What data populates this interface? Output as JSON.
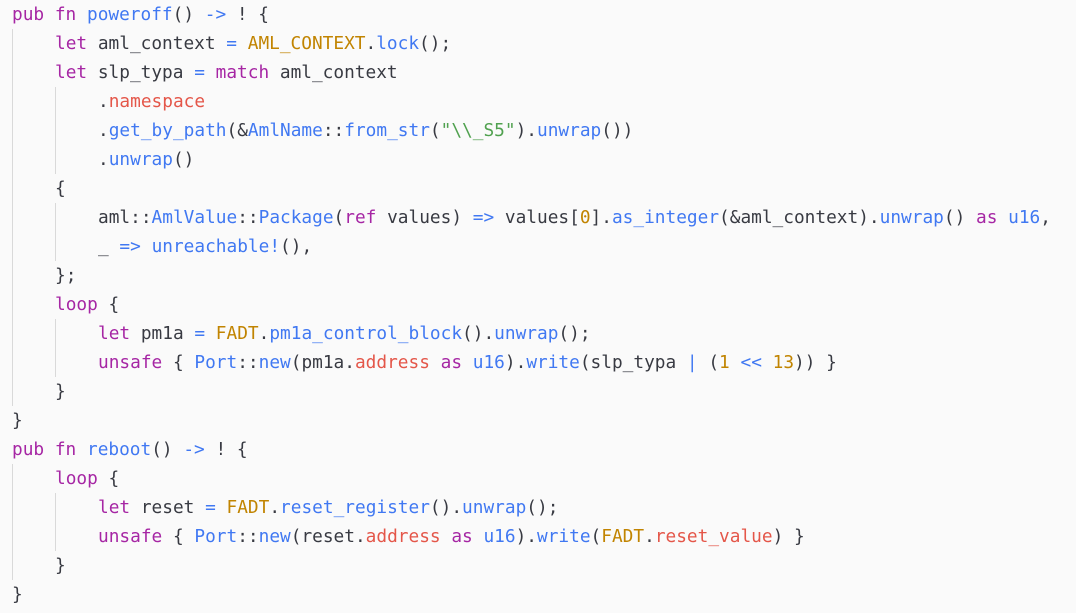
{
  "lines": [
    {
      "indent": 0,
      "tokens": [
        [
          "kw",
          "pub"
        ],
        [
          "pn",
          " "
        ],
        [
          "kw",
          "fn"
        ],
        [
          "pn",
          " "
        ],
        [
          "fn",
          "poweroff"
        ],
        [
          "pn",
          "() "
        ],
        [
          "op",
          "->"
        ],
        [
          "pn",
          " ! {"
        ]
      ]
    },
    {
      "indent": 1,
      "tokens": [
        [
          "kw",
          "let"
        ],
        [
          "pn",
          " aml_context "
        ],
        [
          "op",
          "="
        ],
        [
          "pn",
          " "
        ],
        [
          "cn",
          "AML_CONTEXT"
        ],
        [
          "pn",
          "."
        ],
        [
          "fn",
          "lock"
        ],
        [
          "pn",
          "();"
        ]
      ]
    },
    {
      "indent": 1,
      "tokens": [
        [
          "kw",
          "let"
        ],
        [
          "pn",
          " slp_typa "
        ],
        [
          "op",
          "="
        ],
        [
          "pn",
          " "
        ],
        [
          "kw",
          "match"
        ],
        [
          "pn",
          " aml_context"
        ]
      ]
    },
    {
      "indent": 2,
      "tokens": [
        [
          "pn",
          "."
        ],
        [
          "fd",
          "namespace"
        ]
      ]
    },
    {
      "indent": 2,
      "tokens": [
        [
          "pn",
          "."
        ],
        [
          "fn",
          "get_by_path"
        ],
        [
          "pn",
          "(&"
        ],
        [
          "ty",
          "AmlName"
        ],
        [
          "pn",
          "::"
        ],
        [
          "fn",
          "from_str"
        ],
        [
          "pn",
          "("
        ],
        [
          "str",
          "\"\\\\_S5\""
        ],
        [
          "pn",
          ")."
        ],
        [
          "fn",
          "unwrap"
        ],
        [
          "pn",
          "())"
        ]
      ]
    },
    {
      "indent": 2,
      "tokens": [
        [
          "pn",
          "."
        ],
        [
          "fn",
          "unwrap"
        ],
        [
          "pn",
          "()"
        ]
      ]
    },
    {
      "indent": 1,
      "tokens": [
        [
          "pn",
          "{"
        ]
      ]
    },
    {
      "indent": 2,
      "tokens": [
        [
          "pn",
          "aml::"
        ],
        [
          "ty",
          "AmlValue"
        ],
        [
          "pn",
          "::"
        ],
        [
          "ty",
          "Package"
        ],
        [
          "pn",
          "("
        ],
        [
          "kw",
          "ref"
        ],
        [
          "pn",
          " values) "
        ],
        [
          "op",
          "=>"
        ],
        [
          "pn",
          " values["
        ],
        [
          "num",
          "0"
        ],
        [
          "pn",
          "]."
        ],
        [
          "fn",
          "as_integer"
        ],
        [
          "pn",
          "(&aml_context)."
        ],
        [
          "fn",
          "unwrap"
        ],
        [
          "pn",
          "() "
        ],
        [
          "kw",
          "as"
        ],
        [
          "pn",
          " "
        ],
        [
          "ty",
          "u16"
        ],
        [
          "pn",
          ","
        ]
      ]
    },
    {
      "indent": 2,
      "tokens": [
        [
          "pn",
          "_ "
        ],
        [
          "op",
          "=>"
        ],
        [
          "pn",
          " "
        ],
        [
          "mac",
          "unreachable!"
        ],
        [
          "pn",
          "(),"
        ]
      ]
    },
    {
      "indent": 1,
      "tokens": [
        [
          "pn",
          "};"
        ]
      ]
    },
    {
      "indent": 1,
      "tokens": [
        [
          "kw",
          "loop"
        ],
        [
          "pn",
          " {"
        ]
      ]
    },
    {
      "indent": 2,
      "tokens": [
        [
          "kw",
          "let"
        ],
        [
          "pn",
          " pm1a "
        ],
        [
          "op",
          "="
        ],
        [
          "pn",
          " "
        ],
        [
          "cn",
          "FADT"
        ],
        [
          "pn",
          "."
        ],
        [
          "fn",
          "pm1a_control_block"
        ],
        [
          "pn",
          "()."
        ],
        [
          "fn",
          "unwrap"
        ],
        [
          "pn",
          "();"
        ]
      ]
    },
    {
      "indent": 2,
      "tokens": [
        [
          "kw",
          "unsafe"
        ],
        [
          "pn",
          " { "
        ],
        [
          "ty",
          "Port"
        ],
        [
          "pn",
          "::"
        ],
        [
          "fn",
          "new"
        ],
        [
          "pn",
          "(pm1a."
        ],
        [
          "fd",
          "address"
        ],
        [
          "pn",
          " "
        ],
        [
          "kw",
          "as"
        ],
        [
          "pn",
          " "
        ],
        [
          "ty",
          "u16"
        ],
        [
          "pn",
          ")."
        ],
        [
          "fn",
          "write"
        ],
        [
          "pn",
          "(slp_typa "
        ],
        [
          "op",
          "|"
        ],
        [
          "pn",
          " ("
        ],
        [
          "num",
          "1"
        ],
        [
          "pn",
          " "
        ],
        [
          "op",
          "<<"
        ],
        [
          "pn",
          " "
        ],
        [
          "num",
          "13"
        ],
        [
          "pn",
          ")) }"
        ]
      ]
    },
    {
      "indent": 1,
      "tokens": [
        [
          "pn",
          "}"
        ]
      ]
    },
    {
      "indent": 0,
      "tokens": [
        [
          "pn",
          "}"
        ]
      ]
    },
    {
      "indent": 0,
      "tokens": [
        [
          "kw",
          "pub"
        ],
        [
          "pn",
          " "
        ],
        [
          "kw",
          "fn"
        ],
        [
          "pn",
          " "
        ],
        [
          "fn",
          "reboot"
        ],
        [
          "pn",
          "() "
        ],
        [
          "op",
          "->"
        ],
        [
          "pn",
          " ! {"
        ]
      ]
    },
    {
      "indent": 1,
      "tokens": [
        [
          "kw",
          "loop"
        ],
        [
          "pn",
          " {"
        ]
      ]
    },
    {
      "indent": 2,
      "tokens": [
        [
          "kw",
          "let"
        ],
        [
          "pn",
          " reset "
        ],
        [
          "op",
          "="
        ],
        [
          "pn",
          " "
        ],
        [
          "cn",
          "FADT"
        ],
        [
          "pn",
          "."
        ],
        [
          "fn",
          "reset_register"
        ],
        [
          "pn",
          "()."
        ],
        [
          "fn",
          "unwrap"
        ],
        [
          "pn",
          "();"
        ]
      ]
    },
    {
      "indent": 2,
      "tokens": [
        [
          "kw",
          "unsafe"
        ],
        [
          "pn",
          " { "
        ],
        [
          "ty",
          "Port"
        ],
        [
          "pn",
          "::"
        ],
        [
          "fn",
          "new"
        ],
        [
          "pn",
          "(reset."
        ],
        [
          "fd",
          "address"
        ],
        [
          "pn",
          " "
        ],
        [
          "kw",
          "as"
        ],
        [
          "pn",
          " "
        ],
        [
          "ty",
          "u16"
        ],
        [
          "pn",
          ")."
        ],
        [
          "fn",
          "write"
        ],
        [
          "pn",
          "("
        ],
        [
          "cn",
          "FADT"
        ],
        [
          "pn",
          "."
        ],
        [
          "fd",
          "reset_value"
        ],
        [
          "pn",
          ") }"
        ]
      ]
    },
    {
      "indent": 1,
      "tokens": [
        [
          "pn",
          "}"
        ]
      ]
    },
    {
      "indent": 0,
      "tokens": [
        [
          "pn",
          "}"
        ]
      ]
    }
  ],
  "token_colors": {
    "keyword": "#a626a4",
    "function": "#4078f2",
    "constant": "#c18401",
    "field": "#e45649",
    "string": "#50a14f",
    "punctuation": "#383a42",
    "background": "#fafafa"
  }
}
